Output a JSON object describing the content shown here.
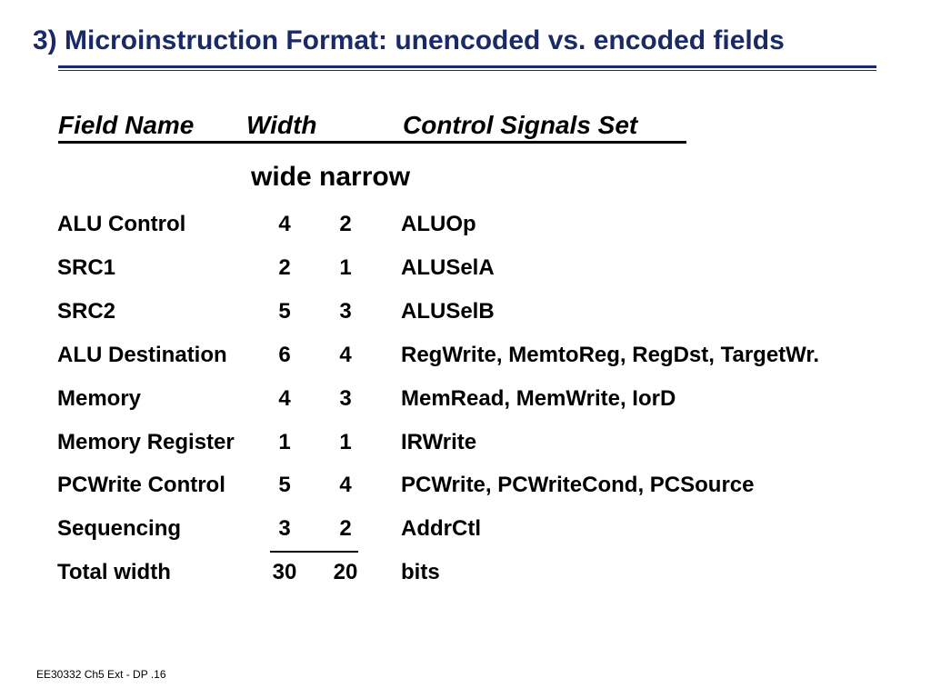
{
  "slide": {
    "title": "3) Microinstruction Format: unencoded vs. encoded fields",
    "footer": "EE30332 Ch5 Ext - DP .16"
  },
  "table": {
    "headers": {
      "field_name": "Field Name",
      "width": "Width",
      "control_signals": "Control Signals Set"
    },
    "subheader": "wide narrow",
    "rows": [
      {
        "field": "ALU Control",
        "wide": "4",
        "narrow": "2",
        "signals": "ALUOp"
      },
      {
        "field": "SRC1",
        "wide": "2",
        "narrow": "1",
        "signals": "ALUSelA"
      },
      {
        "field": "SRC2",
        "wide": "5",
        "narrow": "3",
        "signals": "ALUSelB"
      },
      {
        "field": "ALU Destination",
        "wide": "6",
        "narrow": "4",
        "signals": "RegWrite, MemtoReg, RegDst, TargetWr."
      },
      {
        "field": "Memory",
        "wide": "4",
        "narrow": "3",
        "signals": "MemRead, MemWrite, IorD"
      },
      {
        "field": "Memory Register",
        "wide": "1",
        "narrow": "1",
        "signals": "IRWrite"
      },
      {
        "field": "PCWrite Control",
        "wide": "5",
        "narrow": "4",
        "signals": "PCWrite, PCWriteCond, PCSource"
      },
      {
        "field": "Sequencing",
        "wide": "3",
        "narrow": "2",
        "signals": "AddrCtl"
      }
    ],
    "total": {
      "field": "Total width",
      "wide": "30",
      "narrow": "20",
      "signals": "bits"
    }
  }
}
